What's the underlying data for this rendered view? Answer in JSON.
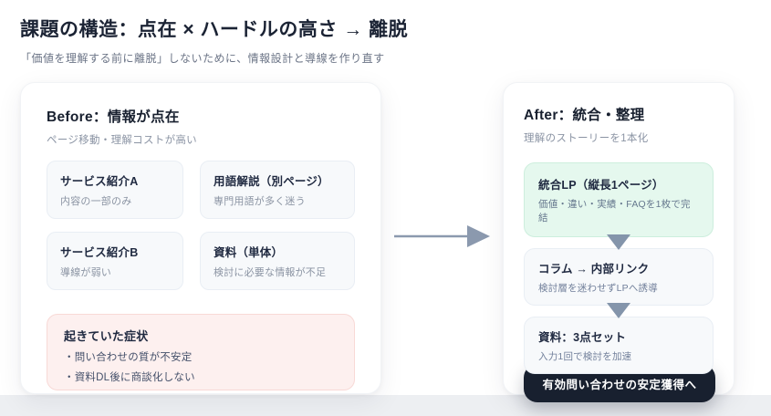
{
  "page": {
    "title": "課題の構造：点在 × ハードルの高さ → 離脱",
    "subtitle": "「価値を理解する前に離脱」しないために、情報設計と導線を作り直す"
  },
  "before": {
    "title": "Before：情報が点在",
    "subtitle": "ページ移動・理解コストが高い",
    "boxes": [
      {
        "title": "サービス紹介A",
        "desc": "内容の一部のみ"
      },
      {
        "title": "用語解説（別ページ）",
        "desc": "専門用語が多く迷う"
      },
      {
        "title": "サービス紹介B",
        "desc": "導線が弱い"
      },
      {
        "title": "資料（単体）",
        "desc": "検討に必要な情報が不足"
      }
    ],
    "symptoms": {
      "title": "起きていた症状",
      "items": [
        "・問い合わせの質が不安定",
        "・資料DL後に商談化しない"
      ]
    }
  },
  "after": {
    "title": "After：統合・整理",
    "subtitle": "理解のストーリーを1本化",
    "steps": [
      {
        "title": "統合LP（縦長1ページ）",
        "desc": "価値・違い・実績・FAQを1枚で完結"
      },
      {
        "title": "コラム → 内部リンク",
        "desc": "検討層を迷わせずLPへ誘導"
      },
      {
        "title": "資料：3点セット",
        "desc": "入力1回で検討を加速"
      }
    ],
    "cta": "有効問い合わせの安定獲得へ"
  },
  "colors": {
    "text_dark": "#18202f",
    "text_gray": "#8b94a3",
    "highlight_green_bg": "#e5f8ee",
    "symptom_pink_bg": "#fdf0ef",
    "cta_dark_bg": "#18202f",
    "arrow_gray": "#8495ab",
    "footer_strip": "#edeff2"
  }
}
